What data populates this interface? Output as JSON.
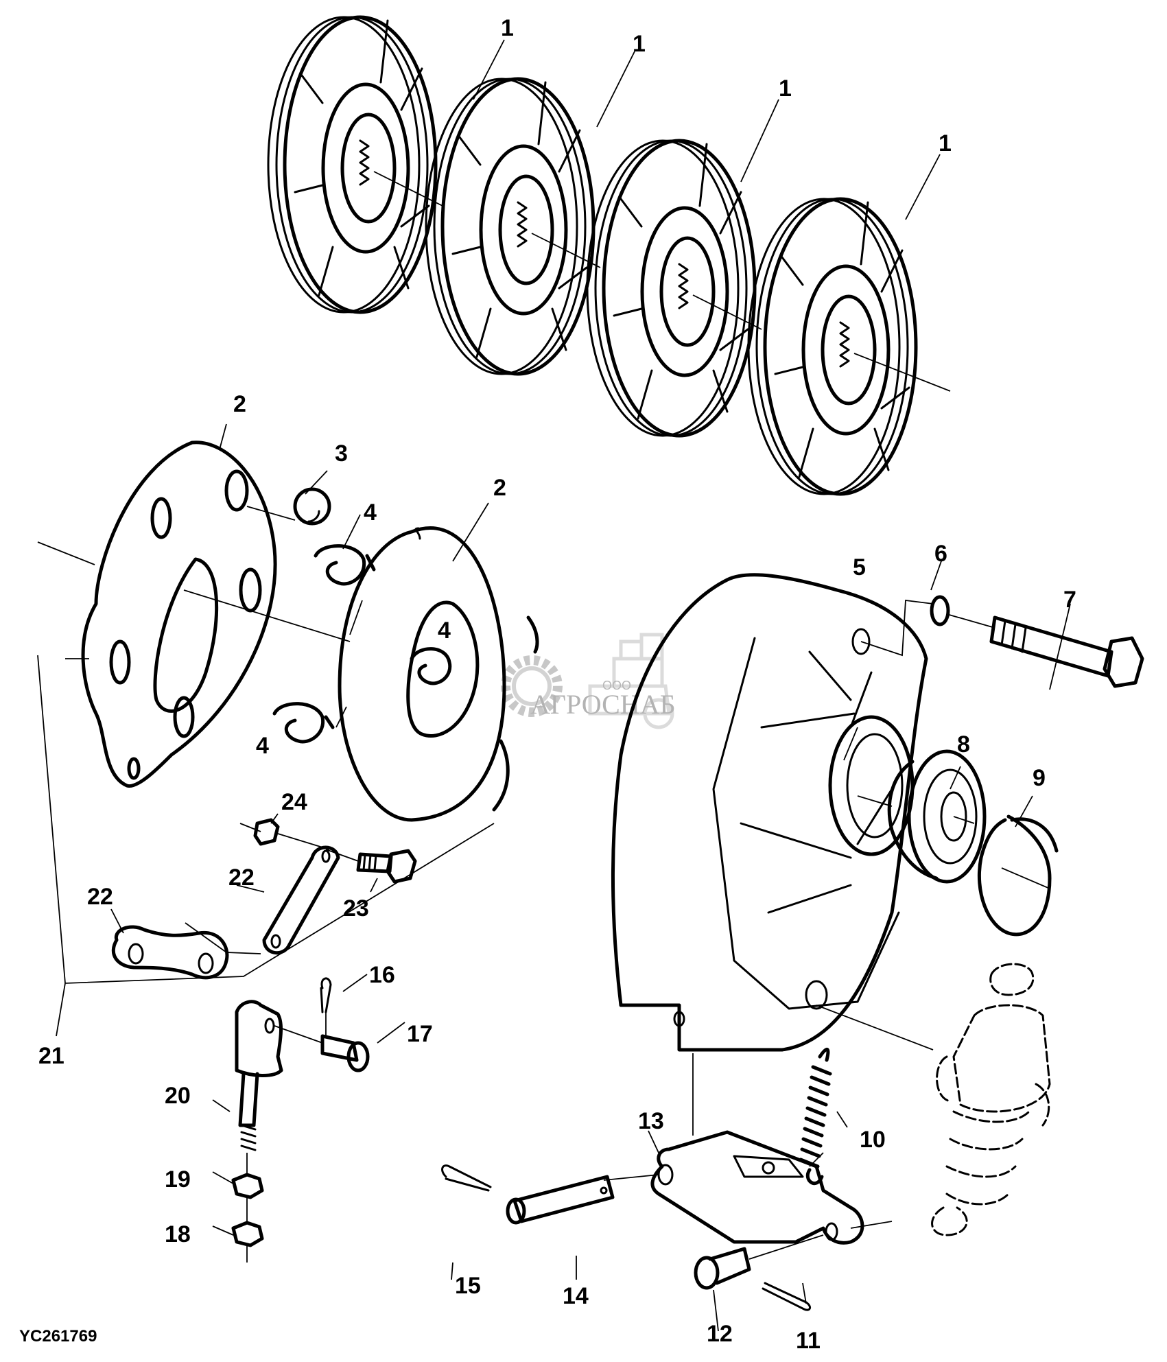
{
  "figure": {
    "id": "YC261769",
    "watermark": {
      "prefix": "ООО",
      "name": "АГРОСНАБ",
      "color": "#9a9a9a"
    }
  },
  "callouts": [
    {
      "key": "disc-1a",
      "label": "1"
    },
    {
      "key": "disc-1b",
      "label": "1"
    },
    {
      "key": "disc-1c",
      "label": "1"
    },
    {
      "key": "disc-1d",
      "label": "1"
    },
    {
      "key": "plate-2a",
      "label": "2"
    },
    {
      "key": "plate-2b",
      "label": "2"
    },
    {
      "key": "ball-3",
      "label": "3"
    },
    {
      "key": "spring-4a",
      "label": "4"
    },
    {
      "key": "spring-4b",
      "label": "4"
    },
    {
      "key": "spring-4c",
      "label": "4"
    },
    {
      "key": "housing-5",
      "label": "5"
    },
    {
      "key": "washer-6",
      "label": "6"
    },
    {
      "key": "bolt-7",
      "label": "7"
    },
    {
      "key": "bearing-8",
      "label": "8"
    },
    {
      "key": "snap-ring-9",
      "label": "9"
    },
    {
      "key": "spring-10",
      "label": "10"
    },
    {
      "key": "cotter-pin-11",
      "label": "11"
    },
    {
      "key": "pin-12",
      "label": "12"
    },
    {
      "key": "lever-13",
      "label": "13"
    },
    {
      "key": "pin-14",
      "label": "14"
    },
    {
      "key": "cotter-pin-15",
      "label": "15"
    },
    {
      "key": "cotter-pin-16",
      "label": "16"
    },
    {
      "key": "pin-17",
      "label": "17"
    },
    {
      "key": "nut-18",
      "label": "18"
    },
    {
      "key": "nut-19",
      "label": "19"
    },
    {
      "key": "yoke-rod-20",
      "label": "20"
    },
    {
      "key": "link-kit-21",
      "label": "21"
    },
    {
      "key": "link-22a",
      "label": "22"
    },
    {
      "key": "link-22b",
      "label": "22"
    },
    {
      "key": "bolt-23",
      "label": "23"
    },
    {
      "key": "nut-24",
      "label": "24"
    }
  ]
}
